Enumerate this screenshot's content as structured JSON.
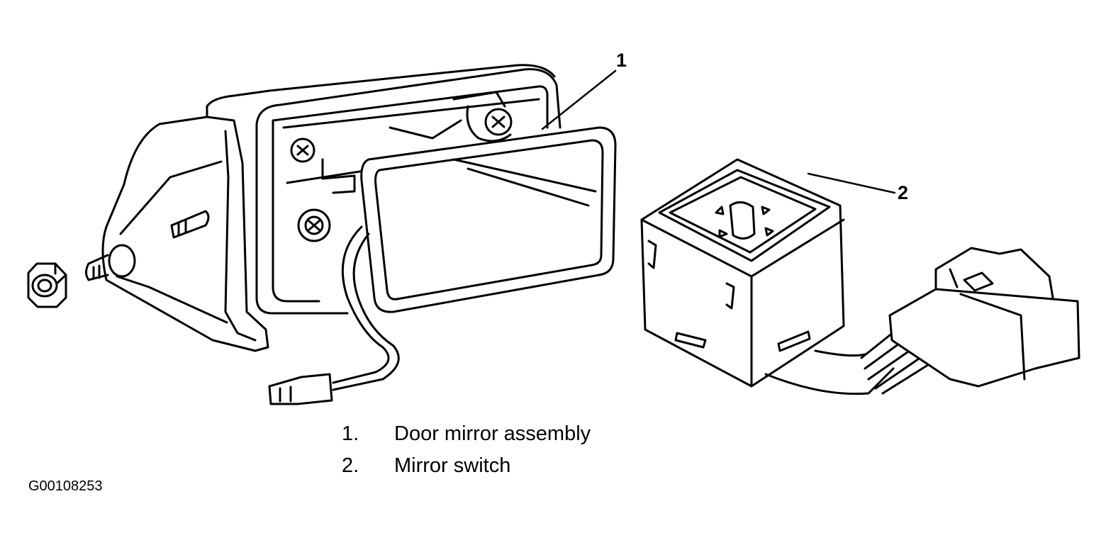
{
  "callouts": [
    {
      "number": "1"
    },
    {
      "number": "2"
    }
  ],
  "legend": [
    {
      "number": "1.",
      "label": "Door mirror assembly"
    },
    {
      "number": "2.",
      "label": "Mirror switch"
    }
  ],
  "figure_id": "G00108253"
}
